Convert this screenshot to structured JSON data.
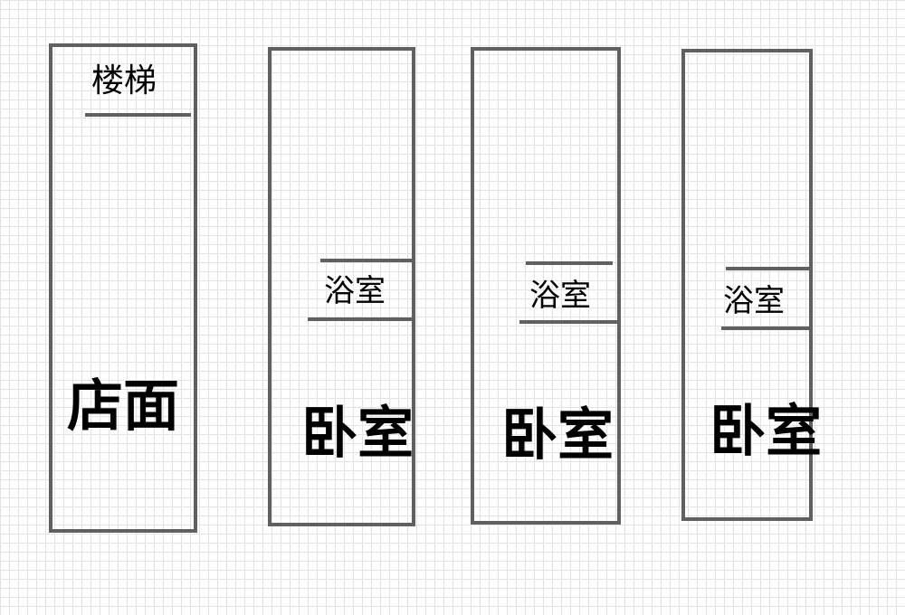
{
  "labels": {
    "stairs": "楼梯",
    "shop": "店面",
    "bathroom": "浴室",
    "bedroom": "卧室"
  },
  "colors": {
    "wall": "#606060",
    "grid": "#e3e3e3",
    "text": "#000000"
  }
}
